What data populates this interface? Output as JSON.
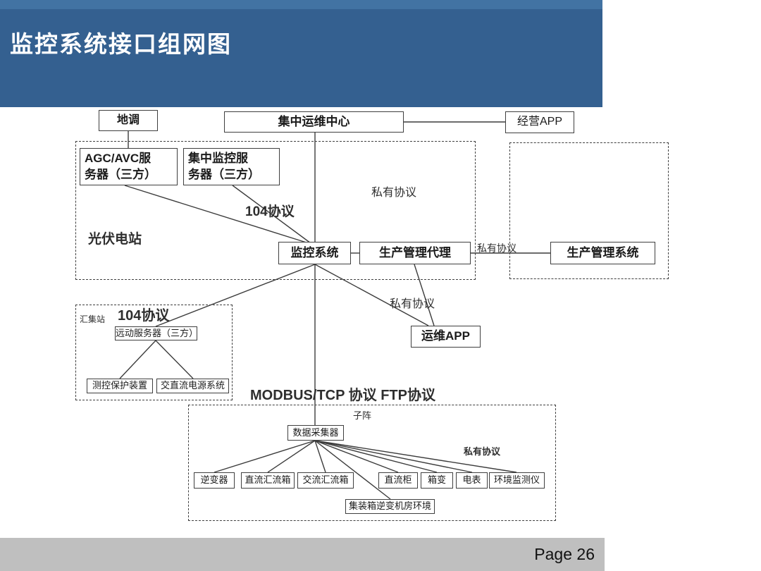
{
  "title": "监控系统接口组网图",
  "footer": {
    "page_label": "Page 26"
  },
  "colors": {
    "header_blue": "#346090",
    "header_strip_blue": "#4273a3",
    "footer_gray": "#bfbfbf",
    "line_color": "#3c3c3c",
    "title_text": "#ffffff"
  },
  "nodes": {
    "dispatch": "地调",
    "ops_center": "集中运维中心",
    "business_app": "经营APP",
    "agc_avc_server": "AGC/AVC服\n务器（三方）",
    "central_monitor_server": "集中监控服\n务器（三方）",
    "monitor_system": "监控系统",
    "production_agent": "生产管理代理",
    "production_system": "生产管理系统",
    "telecontrol_server": "远动服务器（三方）",
    "protection_device": "测控保护装置",
    "acdc_power_system": "交直流电源系统",
    "ops_app": "运维APP",
    "data_collector": "数据采集器",
    "inverter": "逆变器",
    "dc_combiner_box": "直流汇流箱",
    "ac_combiner_box": "交流汇流箱",
    "dc_cabinet": "直流柜",
    "box_transformer": "箱变",
    "power_meter": "电表",
    "env_monitor": "环境监测仪",
    "container_room_env": "集装箱逆变机房环境"
  },
  "group_labels": {
    "pv_station": "光伏电站",
    "collector_station": "汇集站",
    "sub_array": "子阵"
  },
  "edge_labels": {
    "protocol_104_pv": "104协议",
    "private_protocol_top": "私有协议",
    "private_protocol_right": "私有协议",
    "protocol_104_collector": "104协议",
    "private_protocol_mid": "私有协议",
    "modbus_ftp": "MODBUS/TCP 协议  FTP协议",
    "private_protocol_bottom": "私有协议"
  }
}
